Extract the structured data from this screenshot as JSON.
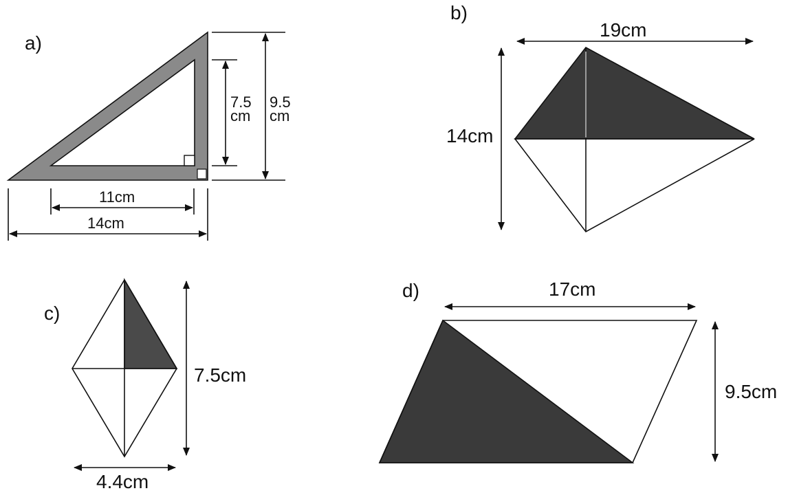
{
  "figures": {
    "a": {
      "label": "a)",
      "outer_base": "14cm",
      "inner_base": "11cm",
      "inner_height_top": "7.5",
      "inner_height_unit": "cm",
      "outer_height_top": "9.5",
      "outer_height_unit": "cm"
    },
    "b": {
      "label": "b)",
      "width": "19cm",
      "height": "14cm"
    },
    "c": {
      "label": "c)",
      "height": "7.5cm",
      "width": "4.4cm"
    },
    "d": {
      "label": "d)",
      "width": "17cm",
      "height": "9.5cm"
    }
  },
  "colors": {
    "shade": "#3a3a3a",
    "shade_light": "#7a7a7a",
    "line": "#111111",
    "background": "#ffffff"
  }
}
